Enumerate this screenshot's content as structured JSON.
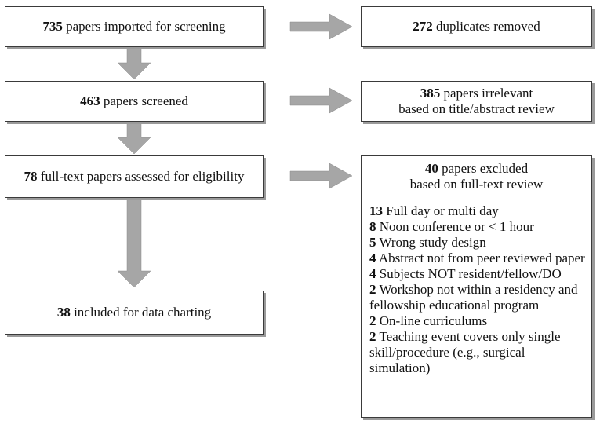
{
  "left_boxes": [
    {
      "number": "735",
      "text": "papers imported for screening"
    },
    {
      "number": "463",
      "text": "papers screened"
    },
    {
      "number": "78",
      "text": "full-text papers assessed for eligibility"
    },
    {
      "number": "38",
      "text": "included for data charting"
    }
  ],
  "right_boxes": [
    {
      "number": "272",
      "text": "duplicates removed"
    },
    {
      "number": "385",
      "text": "papers irrelevant",
      "line2": "based on title/abstract review"
    },
    {
      "number": "40",
      "text": "papers excluded",
      "line2": "based on full-text review"
    }
  ],
  "exclusion_reasons": [
    {
      "count": "13",
      "text": "Full day or multi day"
    },
    {
      "count": "8",
      "text": "Noon conference or < 1 hour"
    },
    {
      "count": "5",
      "text": "Wrong study design"
    },
    {
      "count": "4",
      "text": "Abstract not from peer reviewed paper"
    },
    {
      "count": "4",
      "text": "Subjects NOT resident/fellow/DO"
    },
    {
      "count": "2",
      "text": "Workshop not within a residency and fellowship educational program"
    },
    {
      "count": "2",
      "text": "On-line curriculums"
    },
    {
      "count": "2",
      "text": "Teaching event covers only single skill/procedure (e.g., surgical simulation)"
    }
  ],
  "colors": {
    "arrow_fill": "#a6a6a6",
    "box_border": "#3a3a3a",
    "box_shadow": "#9a9a9a"
  }
}
